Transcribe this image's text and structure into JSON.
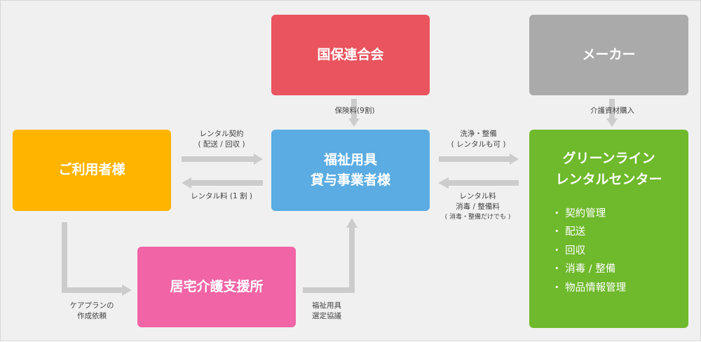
{
  "nodes": {
    "kokuho": "国保連合会",
    "maker": "メーカー",
    "user": "ご利用者様",
    "rental": [
      "福祉用具",
      "貸与事業者様"
    ],
    "care": "居宅介護支援所",
    "green": {
      "title": [
        "グリーンライン",
        "レンタルセンター"
      ],
      "items": [
        "・ 契約管理",
        "・ 配送",
        "・ 回収",
        "・ 消毒 / 整備",
        "・ 物品情報管理"
      ]
    }
  },
  "labels": {
    "insurance": "保険料(9割)",
    "purchase": "介護資材購入",
    "contract": [
      "レンタル契約",
      "( 配送 / 回収 )"
    ],
    "fee_user": "レンタル料 (1 割 )",
    "wash": [
      "洗浄・整備",
      "( レンタルも可 )"
    ],
    "fee_center": [
      "レンタル料",
      "消毒 / 整備料",
      "( 消毒・整備だけでも )"
    ],
    "careplan": [
      "ケアプランの",
      "作成依頼"
    ],
    "selection": [
      "福祉用具",
      "選定協議"
    ]
  },
  "colors": {
    "kokuho": "#e9545e",
    "maker": "#aaaaaa",
    "user": "#ffb400",
    "rental": "#5aace2",
    "care": "#f164a5",
    "green": "#6fb92c",
    "arrow": "#cccccc",
    "background": "#f0f0f0"
  }
}
